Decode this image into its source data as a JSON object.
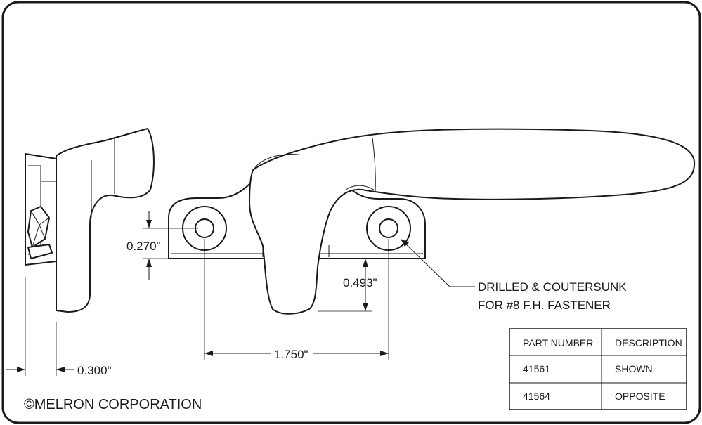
{
  "dimensions": {
    "height_270": "0.270\"",
    "height_493": "0.493\"",
    "spacing_1750": "1.750\"",
    "width_300": "0.300\""
  },
  "note": {
    "line1": "DRILLED & COUTERSUNK",
    "line2": "FOR #8 F.H. FASTENER"
  },
  "copyright": "©MELRON CORPORATION",
  "table": {
    "headers": [
      "PART NUMBER",
      "DESCRIPTION"
    ],
    "rows": [
      [
        "41561",
        "SHOWN"
      ],
      [
        "41564",
        "OPPOSITE"
      ]
    ]
  }
}
